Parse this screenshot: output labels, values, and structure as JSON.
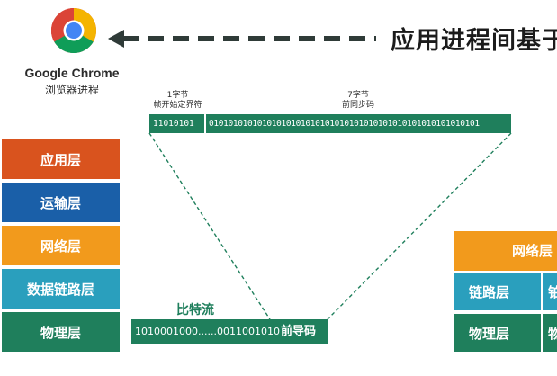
{
  "browser": {
    "name": "Google Chrome",
    "process_label": "浏览器进程"
  },
  "title": "应用进程间基于",
  "frame": {
    "sfd_caption_1": "1字节",
    "sfd_caption_2": "帧开始定界符",
    "sfd_bits": "11010101",
    "preamble_caption_1": "7字节",
    "preamble_caption_2": "前同步码",
    "preamble_bits": "01010101010101010101010101010101010101010101010101010101"
  },
  "bitstream": {
    "label": "比特流",
    "bits": "1010001000......0011001010",
    "suffix": "前导码"
  },
  "left_stack": [
    {
      "label": "应用层",
      "color": "#d9531e"
    },
    {
      "label": "运输层",
      "color": "#1a5fa8"
    },
    {
      "label": "网络层",
      "color": "#f29a1c"
    },
    {
      "label": "数据链路层",
      "color": "#2a9fbd"
    },
    {
      "label": "物理层",
      "color": "#1f7f5c"
    }
  ],
  "right_stack": [
    {
      "label": "网络层",
      "fragment": "",
      "color": "#f29a1c"
    },
    {
      "label": "链路层",
      "fragment": "铂",
      "color": "#2a9fbd"
    },
    {
      "label": "物理层",
      "fragment": "物",
      "color": "#1f7f5c"
    }
  ],
  "colors": {
    "frame_green": "#1f7f5c",
    "arrow_dark": "#2f3b38"
  }
}
